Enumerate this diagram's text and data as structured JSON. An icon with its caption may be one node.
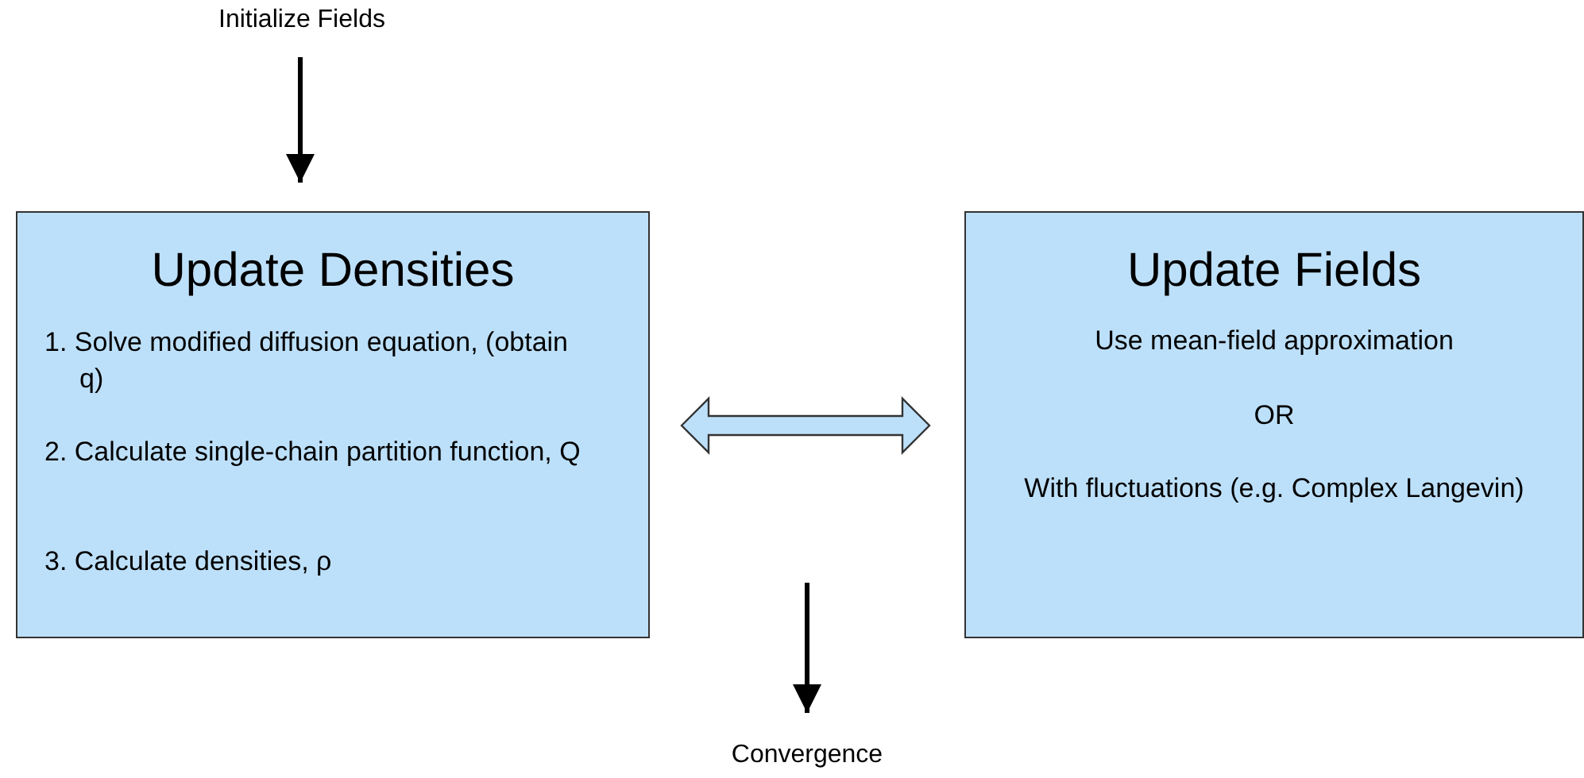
{
  "diagram": {
    "nodes": [
      {
        "text": [
          "Initialize Fields"
        ]
      },
      {
        "text": [
          "Update Densities",
          "1. Solve modified diffusion equation, (obtain q)",
          "2. Calculate single-chain partition function, Q",
          "3. Calculate densities, ρ"
        ]
      },
      {
        "text": [
          "Update Fields",
          "Use mean-field approximation",
          "OR",
          "With fluctuations (e.g. Complex Langevin)"
        ]
      },
      {
        "text": [
          "Convergence"
        ]
      }
    ],
    "edges": [
      {
        "from": 0,
        "to": 1,
        "arrow": "to"
      },
      {
        "from": 1,
        "to": 2,
        "arrow": "both",
        "style": "thick"
      },
      {
        "from": null,
        "to": 3,
        "arrow": "to"
      }
    ]
  }
}
